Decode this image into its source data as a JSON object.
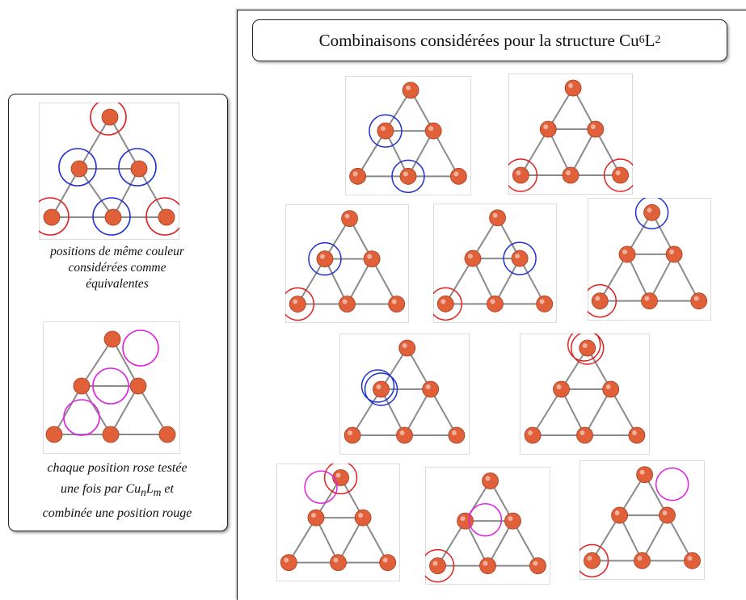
{
  "title": {
    "text": "Combinaisons considérées pour la structure Cu",
    "sub1": "6",
    "mid": "L",
    "sub2": "2"
  },
  "legend": {
    "caption1": [
      "positions de même couleur",
      "considérées comme",
      "équivalentes"
    ],
    "caption2_line1": "chaque position rose testée",
    "caption2_line2_pre": "une fois par Cu",
    "caption2_line2_sub1": "n",
    "caption2_line2_mid": "L",
    "caption2_line2_sub2": "m",
    "caption2_line2_post": " et",
    "caption2_line3": "combinée une position rouge"
  },
  "colors": {
    "atom": "#e0603a",
    "bond": "#8a8a8a",
    "red": "#e02020",
    "blue": "#2030d0",
    "pink": "#e020e0"
  },
  "combinations": [
    {
      "marks": [
        [
          "blue",
          1
        ],
        [
          "blue",
          4
        ]
      ]
    },
    {
      "marks": [
        [
          "red",
          3
        ],
        [
          "red",
          5
        ]
      ]
    },
    {
      "marks": [
        [
          "red",
          3
        ],
        [
          "blue",
          1
        ]
      ]
    },
    {
      "marks": [
        [
          "red",
          3
        ],
        [
          "blue",
          2
        ]
      ]
    },
    {
      "marks": [
        [
          "red",
          3
        ],
        [
          "blue",
          0
        ]
      ]
    },
    {
      "marks": [
        [
          "blue",
          1
        ],
        [
          "blue",
          1
        ]
      ]
    },
    {
      "marks": [
        [
          "red",
          0
        ],
        [
          "red",
          0
        ]
      ]
    },
    {
      "marks": [
        [
          "red",
          0
        ],
        [
          "pink",
          6
        ]
      ]
    },
    {
      "marks": [
        [
          "red",
          3
        ],
        [
          "pink",
          7
        ]
      ]
    },
    {
      "marks": [
        [
          "red",
          3
        ],
        [
          "pink",
          8
        ]
      ]
    }
  ]
}
